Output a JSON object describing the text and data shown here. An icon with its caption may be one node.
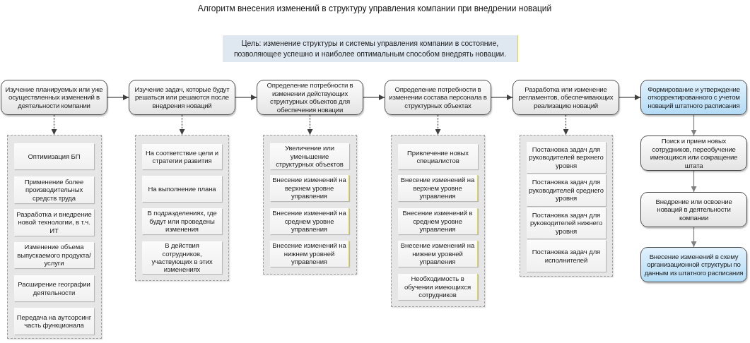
{
  "diagram": {
    "title": "Алгоритм внесения изменений в структуру управления компании при внедрении новаций",
    "nodes": [
      {
        "text": [
          "Цель: изменение структуры и системы управления компании в состояние, позволяющее успешно и наиболее оптимальным способом внедрять новации."
        ]
      },
      {
        "text": [
          "Изучение планируемых или уже осуществленных изменений в деятельности компании"
        ]
      },
      {
        "text": [
          "Изучение задач, которые будут решаться или решаются после внедрения новаций"
        ]
      },
      {
        "text": [
          "Определение потребности в изменении действующих структурных объектов для обеспечения новации"
        ]
      },
      {
        "text": [
          "Определение потребности в изменении состава персонала в структурных объектах"
        ]
      },
      {
        "text": [
          "Разработка или изменение регламентов, обеспечивающих реализацию новаций"
        ]
      },
      {
        "text": [
          "Формирование и утверждение откорректированного с учетом новаций штатного расписания"
        ]
      },
      {
        "text": [],
        "shape": "box"
      },
      {
        "text": [
          "Оптимизация БП"
        ],
        "in": 7
      },
      {
        "text": [
          "Применение более производительных средств труда"
        ],
        "in": 7
      },
      {
        "text": [
          "Разработка и внедрение новой технологии, в т.ч. ИТ"
        ],
        "in": 7
      },
      {
        "text": [
          "Изменение объема выпускаемого продукта/услуги"
        ],
        "in": 7
      },
      {
        "text": [
          "Расширение географии деятельности"
        ],
        "in": 7
      },
      {
        "text": [
          "Передача на аутсорсинг часть функционала"
        ],
        "in": 7
      },
      {
        "text": [],
        "shape": "box"
      },
      {
        "text": [
          "На соответствие цели и стратегии развития"
        ],
        "in": 14
      },
      {
        "text": [
          "На выполнение плана"
        ],
        "in": 14
      },
      {
        "text": [
          "В подразделениях, где будут или проведены изменения"
        ],
        "in": 14
      },
      {
        "text": [
          "В действия сотрудников, участвующих в этих изменениях"
        ],
        "in": 14
      },
      {
        "text": [],
        "shape": "box"
      },
      {
        "text": [
          "Увеличение или уменьшение структурных объектов"
        ],
        "in": 19
      },
      {
        "text": [
          "Внесение изменений на верхнем уровне управления"
        ],
        "in": 19
      },
      {
        "text": [
          "Внесение изменений на среднем уровне управления"
        ],
        "in": 19
      },
      {
        "text": [
          "Внесение изменений на нижнем уровней управления"
        ],
        "in": 19
      },
      {
        "text": [],
        "shape": "box"
      },
      {
        "text": [
          "Привлечение новых специалистов"
        ],
        "in": 24
      },
      {
        "text": [
          "Внесение изменений на верхнем уровне управления"
        ],
        "in": 24
      },
      {
        "text": [
          "Внесение изменений в среднем уровне управления"
        ],
        "in": 24
      },
      {
        "text": [
          "Внесение изменений на нижнем уровней управления"
        ],
        "in": 24
      },
      {
        "text": [
          "Необходимость в обучении имеющихся сотрудников"
        ],
        "in": 24
      },
      {
        "text": [],
        "shape": "box"
      },
      {
        "text": [
          "Постановка задач для руководителей верхнего уровня"
        ],
        "in": 30
      },
      {
        "text": [
          "Постановка задач для руководителей среднего уровня"
        ],
        "in": 30
      },
      {
        "text": [
          "Постановка задач для руководителей нижнего уровня"
        ],
        "in": 30
      },
      {
        "text": [
          "Постановка задач для исполнителей"
        ],
        "in": 30
      },
      {
        "text": [
          "Поиск и прием новых сотрудников, переобучение имеющихся или сокращение штата"
        ]
      },
      {
        "text": [
          "Внедрение или освоение новаций в деятельности компании"
        ]
      },
      {
        "text": [
          "Внесение изменений в схему организационной структуры по данным из штатного расписания"
        ]
      }
    ],
    "edges": [
      {
        "from": 1,
        "to": 2,
        "arrow": "to"
      },
      {
        "from": 2,
        "to": 3,
        "arrow": "to"
      },
      {
        "from": 3,
        "to": 4,
        "arrow": "to"
      },
      {
        "from": 4,
        "to": 5,
        "arrow": "to"
      },
      {
        "from": 5,
        "to": 6,
        "arrow": "to"
      },
      {
        "from": 1,
        "to": 7,
        "arrow": "to",
        "style": "dashed"
      },
      {
        "from": 2,
        "to": 14,
        "arrow": "to",
        "style": "dashed"
      },
      {
        "from": 3,
        "to": 19,
        "arrow": "to",
        "style": "dashed"
      },
      {
        "from": 4,
        "to": 24,
        "arrow": "to",
        "style": "dashed"
      },
      {
        "from": 5,
        "to": 30,
        "arrow": "to",
        "style": "dashed"
      },
      {
        "from": 6,
        "to": 35,
        "arrow": "to",
        "color": "#808080"
      },
      {
        "from": 35,
        "to": 36,
        "arrow": "to",
        "color": "#808080"
      },
      {
        "from": 36,
        "to": 37,
        "arrow": "to",
        "color": "#808080"
      }
    ]
  }
}
